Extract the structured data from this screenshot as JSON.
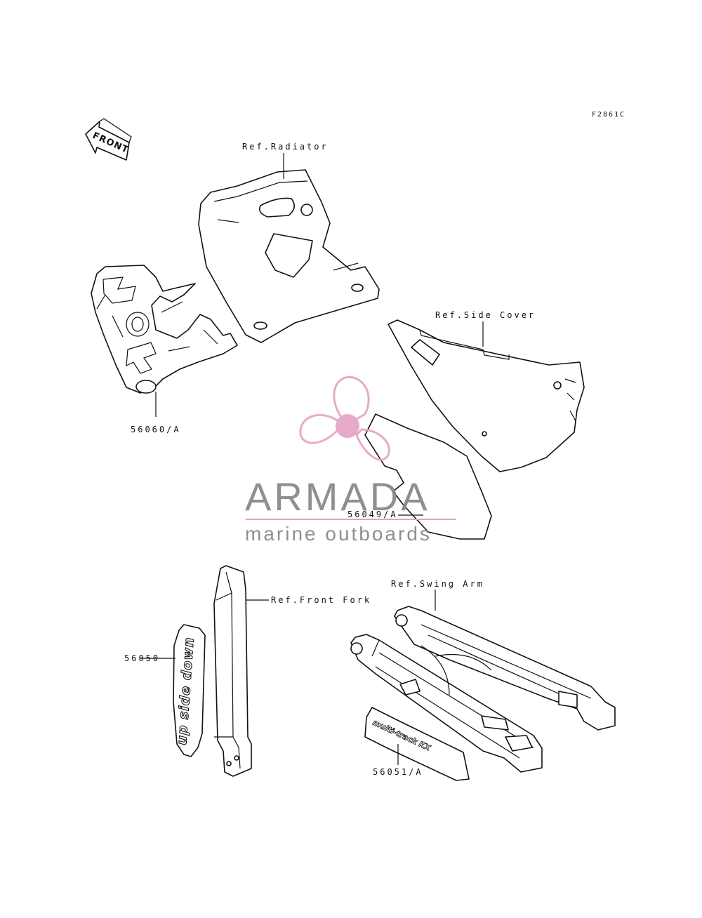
{
  "figure_code": "F2861C",
  "front_arrow": {
    "text": "FRONT"
  },
  "labels": {
    "ref_radiator": "Ref.Radiator",
    "ref_side_cover": "Ref.Side Cover",
    "ref_front_fork": "Ref.Front Fork",
    "ref_swing_arm": "Ref.Swing Arm",
    "part_56060": "56060/A",
    "part_56049": "56049/A",
    "part_56050": "56050",
    "part_56051": "56051/A"
  },
  "watermark": {
    "title": "ARMADA",
    "subtitle": "marine outboards",
    "logo": "propeller-logo",
    "title_color": "#8a8a8a",
    "accent_color": "#e3a3c4"
  }
}
